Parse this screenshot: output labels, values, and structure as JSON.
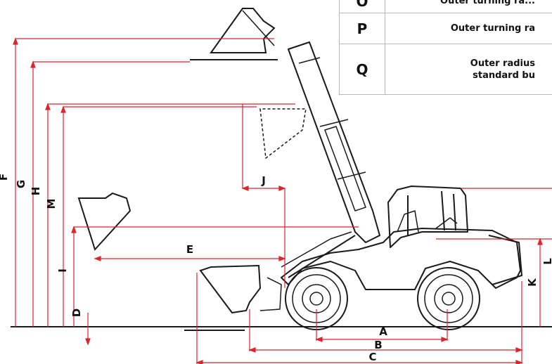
{
  "table": {
    "rows": [
      {
        "code": "O",
        "desc": "Outer turning ra..."
      },
      {
        "code": "P",
        "desc": "Outer turning ra"
      },
      {
        "code": "Q",
        "desc_line1": "Outer radius",
        "desc_line2": "standard bu"
      }
    ]
  },
  "labels": {
    "A": "A",
    "B": "B",
    "C": "C",
    "D": "D",
    "E": "E",
    "F": "F",
    "G": "G",
    "H": "H",
    "I": "I",
    "J": "J",
    "K": "K",
    "L": "L",
    "M": "M"
  },
  "colors": {
    "dimension_line": "#d9252c",
    "machine_line": "#1a1a1a",
    "table_border": "#b8b8b8"
  }
}
